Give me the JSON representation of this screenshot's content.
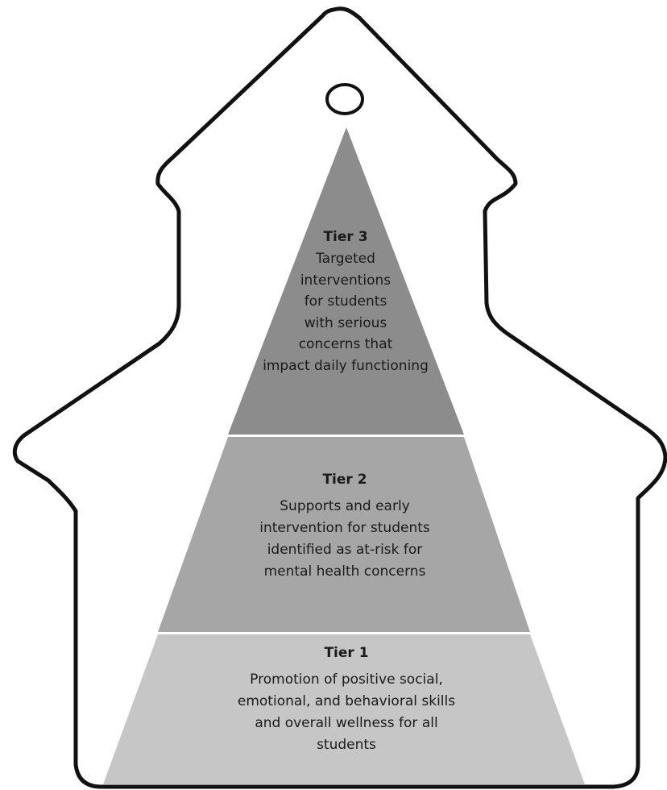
{
  "diagram": {
    "tiers": [
      {
        "title": "Tier 3",
        "description": "Targeted\ninterventions\nfor students\nwith serious\nconcerns that\nimpact daily functioning"
      },
      {
        "title": "Tier 2",
        "description": "Supports and early\nintervention for students\nidentified as at-risk for\nmental health concerns"
      },
      {
        "title": "Tier 1",
        "description": "Promotion of positive social,\nemotional, and behavioral skills\nand overall wellness for all\nstudents"
      }
    ],
    "colors": {
      "tier3_fill": "#8c8c8c",
      "tier2_fill": "#a6a6a6",
      "tier1_fill": "#c6c6c6",
      "outline": "#111111",
      "background": "#ffffff"
    }
  }
}
